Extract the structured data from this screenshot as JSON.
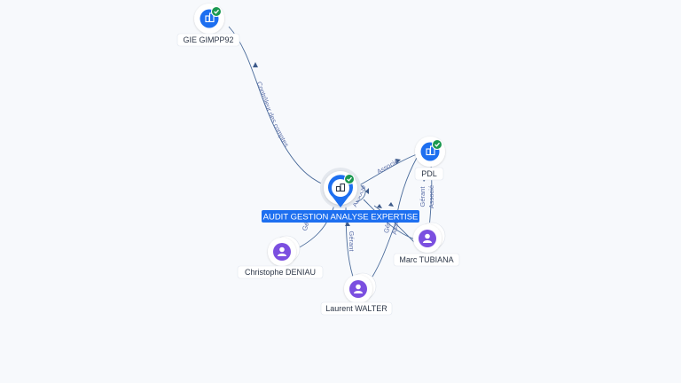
{
  "colors": {
    "company": "#1d6ff0",
    "person": "#7b4fe0",
    "check": "#1a9850",
    "edge": "#4a6b9a",
    "edge_label": "#5b6fa8"
  },
  "nodes": {
    "gie": {
      "label": "GIE GIMPP92",
      "kind": "company",
      "icon": "company-icon",
      "verified": true
    },
    "main": {
      "label": "AUDIT GESTION ANALYSE EXPERTISE",
      "kind": "company-main",
      "icon": "company-icon",
      "verified": true
    },
    "pdl": {
      "label": "PDL",
      "kind": "company",
      "icon": "company-icon",
      "verified": true
    },
    "marc": {
      "label": "Marc TUBIANA",
      "kind": "person",
      "icon": "person-icon"
    },
    "christophe": {
      "label": "Christophe DENIAU",
      "kind": "person",
      "icon": "person-icon"
    },
    "laurent": {
      "label": "Laurent WALTER",
      "kind": "person",
      "icon": "person-icon"
    }
  },
  "edges": {
    "gie_main": {
      "label": "Contrôleur des comptes"
    },
    "main_pdl": {
      "label": "Associé"
    },
    "marc_pdl_gerant": {
      "label": "Gérant"
    },
    "marc_pdl_associe": {
      "label": "Associé"
    },
    "christophe_main": {
      "label": "Gérant"
    },
    "laurent_main": {
      "label": "Gérant"
    },
    "marc_main_gerant": {
      "label": "Gérant"
    },
    "marc_main_associe": {
      "label": "Associé"
    },
    "main_self": {
      "label": "Associé"
    }
  }
}
